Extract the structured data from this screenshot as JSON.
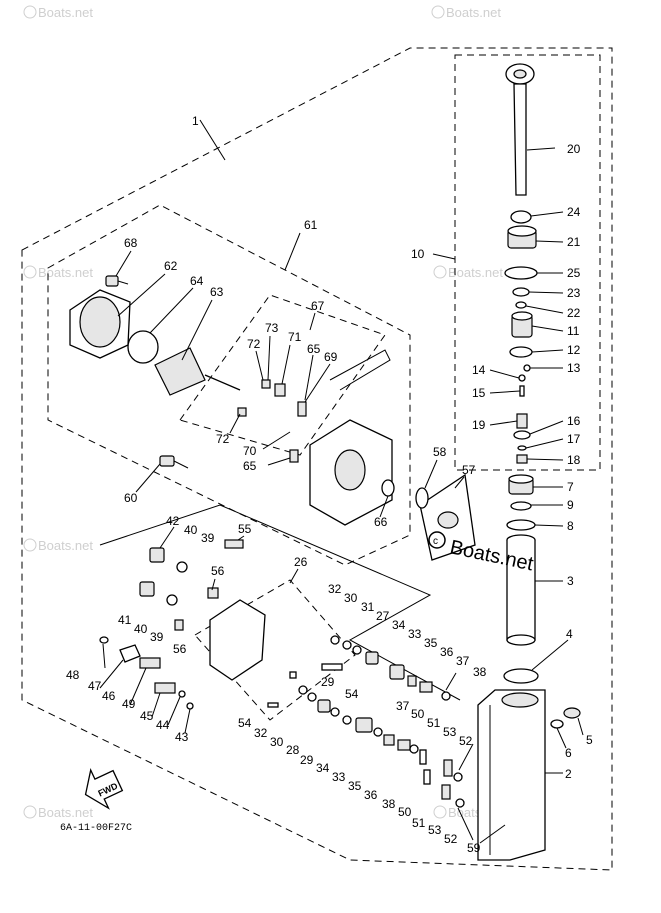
{
  "watermark": "Boats.net",
  "brand_logo": "Boats.net",
  "diagram_code": "6A-11-00F27C",
  "arrow_label": "FWD",
  "callouts": {
    "c1": "1",
    "c2": "2",
    "c3": "3",
    "c4": "4",
    "c5": "5",
    "c6": "6",
    "c7": "7",
    "c8": "8",
    "c9": "9",
    "c10": "10",
    "c11": "11",
    "c12": "12",
    "c13": "13",
    "c14": "14",
    "c15": "15",
    "c16": "16",
    "c17": "17",
    "c18": "18",
    "c19": "19",
    "c20": "20",
    "c21": "21",
    "c22": "22",
    "c23": "23",
    "c24": "24",
    "c25": "25",
    "c26": "26",
    "c27": "27",
    "c28": "28",
    "c29a": "29",
    "c29b": "29",
    "c30a": "30",
    "c30b": "30",
    "c31": "31",
    "c32a": "32",
    "c32b": "32",
    "c33a": "33",
    "c33b": "33",
    "c34a": "34",
    "c34b": "34",
    "c35a": "35",
    "c35b": "35",
    "c36a": "36",
    "c36b": "36",
    "c37a": "37",
    "c37b": "37",
    "c38a": "38",
    "c38b": "38",
    "c39a": "39",
    "c39b": "39",
    "c40a": "40",
    "c40b": "40",
    "c41": "41",
    "c42": "42",
    "c43": "43",
    "c44": "44",
    "c45": "45",
    "c46": "46",
    "c47": "47",
    "c48": "48",
    "c49": "49",
    "c50a": "50",
    "c50b": "50",
    "c51a": "51",
    "c51b": "51",
    "c52a": "52",
    "c52b": "52",
    "c53a": "53",
    "c53b": "53",
    "c54a": "54",
    "c54b": "54",
    "c55": "55",
    "c56a": "56",
    "c56b": "56",
    "c57": "57",
    "c58": "58",
    "c59": "59",
    "c60": "60",
    "c61": "61",
    "c62": "62",
    "c63": "63",
    "c64": "64",
    "c65a": "65",
    "c65b": "65",
    "c66": "66",
    "c67": "67",
    "c68": "68",
    "c69": "69",
    "c70": "70",
    "c71": "71",
    "c72a": "72",
    "c72b": "72",
    "c73": "73"
  }
}
